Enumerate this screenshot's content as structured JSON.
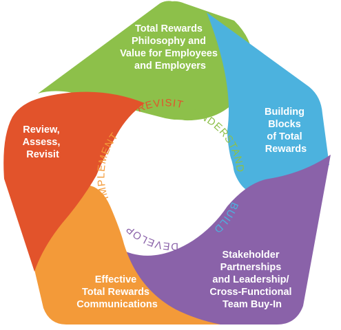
{
  "segments": [
    {
      "id": "green",
      "color": "#8dc04a",
      "lines": [
        "Total Rewards",
        "Philosophy and",
        "Value for Employees",
        "and Employers"
      ]
    },
    {
      "id": "blue",
      "color": "#4cb2de",
      "lines": [
        "Building",
        "Blocks",
        "of Total",
        "Rewards"
      ]
    },
    {
      "id": "purple",
      "color": "#8a62a9",
      "lines": [
        "Stakeholder",
        "Partnerships",
        "and Leadership/",
        "Cross-Functional",
        "Team Buy-In"
      ]
    },
    {
      "id": "orange",
      "color": "#f39a39",
      "lines": [
        "Effective",
        "Total Rewards",
        "Communications"
      ]
    },
    {
      "id": "red",
      "color": "#e2532b",
      "lines": [
        "Review,",
        "Assess,",
        "Revisit"
      ]
    }
  ],
  "ring_words": [
    {
      "text": "REVISIT",
      "color": "#e2532b"
    },
    {
      "text": "UNDERSTAND",
      "color": "#8dc04a"
    },
    {
      "text": "BUILD",
      "color": "#4cb2de"
    },
    {
      "text": "DEVELOP",
      "color": "#8a62a9"
    },
    {
      "text": "IMPLEMENT",
      "color": "#f39a39"
    }
  ]
}
